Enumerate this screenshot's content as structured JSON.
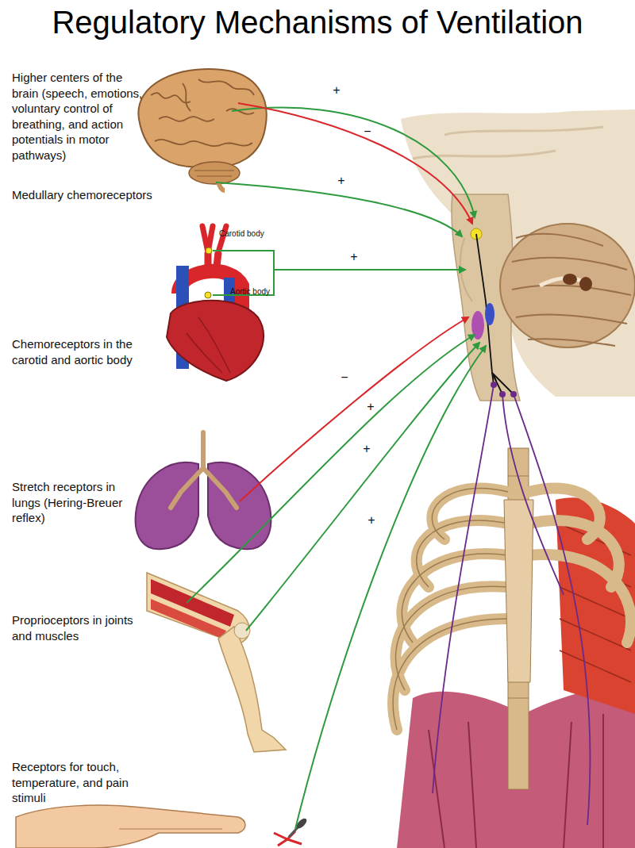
{
  "diagram": {
    "title": "Regulatory Mechanisms of Ventilation",
    "labels": [
      "Higher centers of the brain (speech, emotions, voluntary control of breathing, and action potentials in motor pathways)",
      "Medullary chemoreceptors",
      "Carotid body",
      "Aortic body",
      "Chemoreceptors in the carotid and aortic body",
      "Stretch receptors in lungs (Hering-Breuer reflex)",
      "Proprioceptors in joints and muscles",
      "Receptors for touch, temperature, and pain stimuli",
      "+",
      "−",
      "+",
      "+",
      "−",
      "+",
      "+",
      "+"
    ]
  }
}
